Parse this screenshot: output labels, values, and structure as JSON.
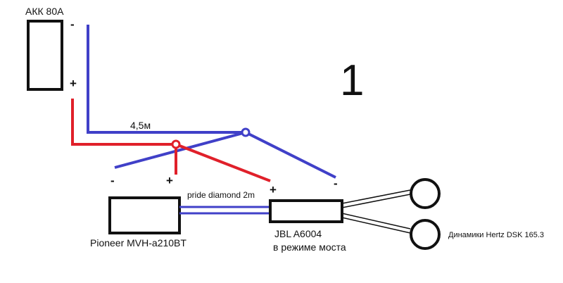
{
  "labels": {
    "battery": "АКК 80А",
    "battery_minus": "-",
    "battery_plus": "+",
    "diagram_number": "1",
    "cable_length": "4,5м",
    "head_unit_minus": "-",
    "head_unit_plus": "+",
    "amp_plus": "+",
    "amp_minus": "-",
    "rca_cable": "pride diamond 2m",
    "head_unit": "Pioneer MVH-a210BT",
    "amplifier": "JBL A6004",
    "amplifier_mode": "в режиме моста",
    "speakers": "Динамики Hertz DSK 165.3"
  },
  "colors": {
    "ground_wire": "#4040c8",
    "power_wire": "#e0202a",
    "outline": "#111111",
    "text": "#111111"
  }
}
